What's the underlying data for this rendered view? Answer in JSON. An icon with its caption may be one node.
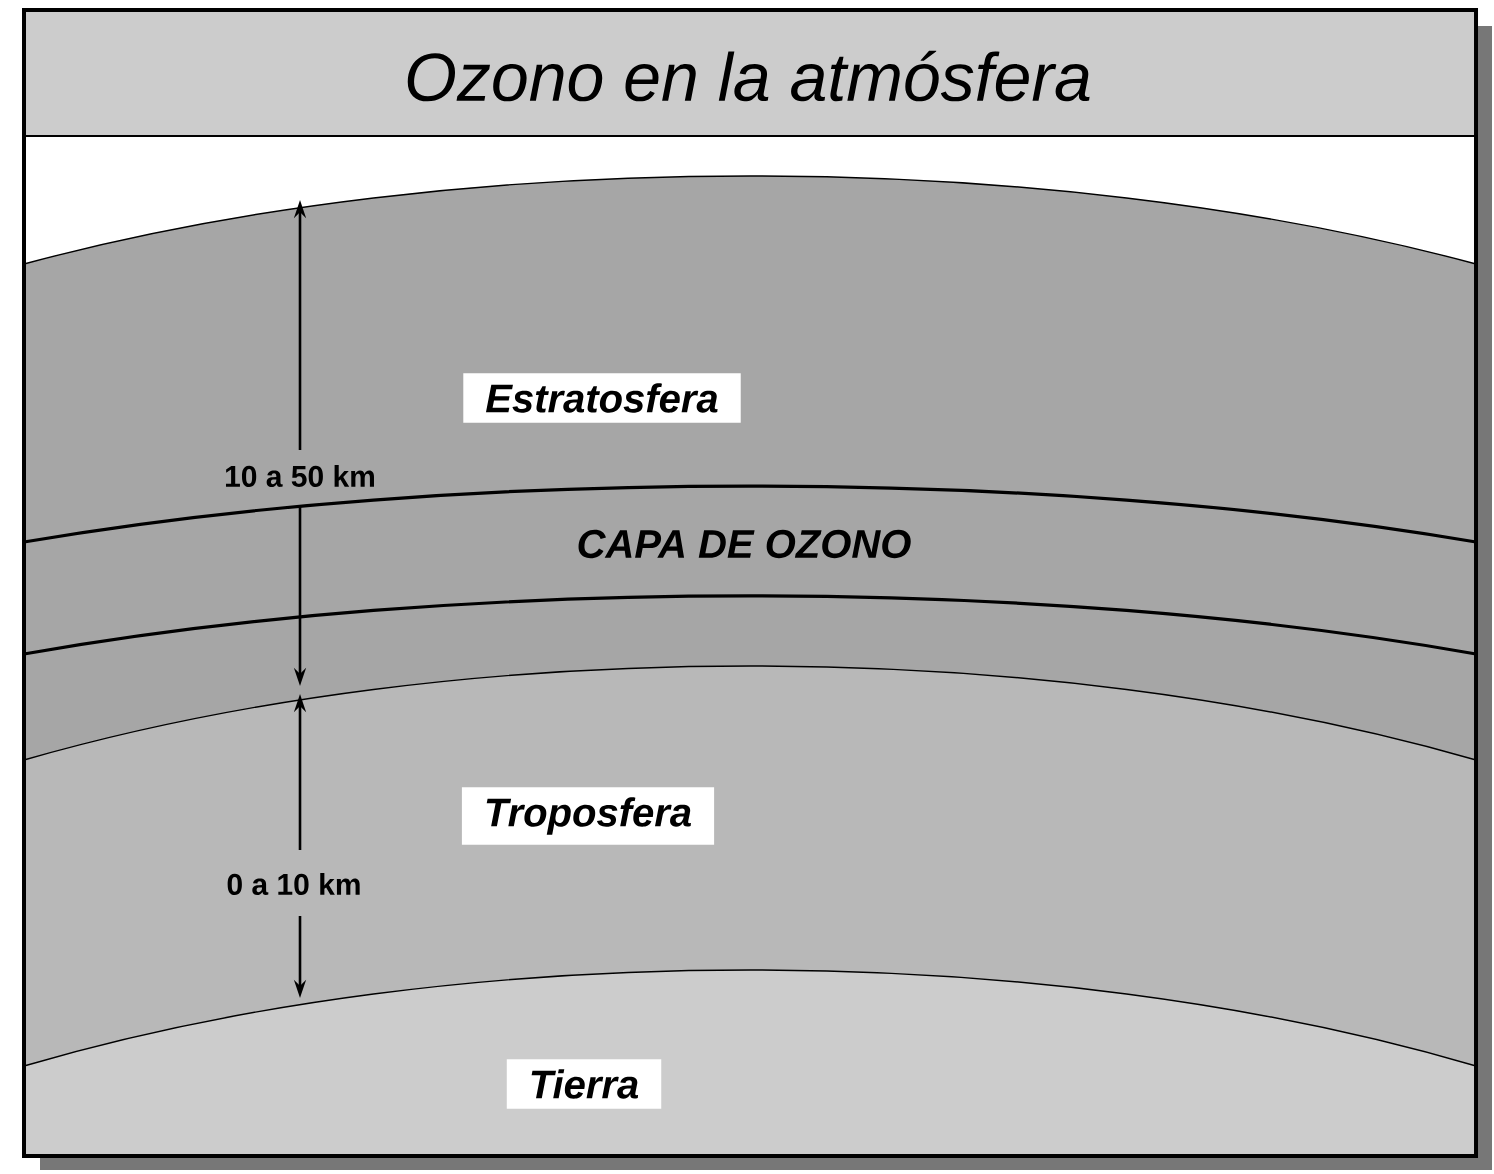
{
  "diagram": {
    "title": "Ozono en la atmósfera",
    "nodes": [
      {
        "text": [
          "Estratosfera"
        ]
      },
      {
        "text": [
          "CAPA DE OZONO"
        ]
      },
      {
        "text": [
          "Troposfera"
        ]
      },
      {
        "text": [
          "Tierra"
        ]
      }
    ],
    "labels": [
      "10 a 50 km",
      "0 a 10 km"
    ]
  }
}
